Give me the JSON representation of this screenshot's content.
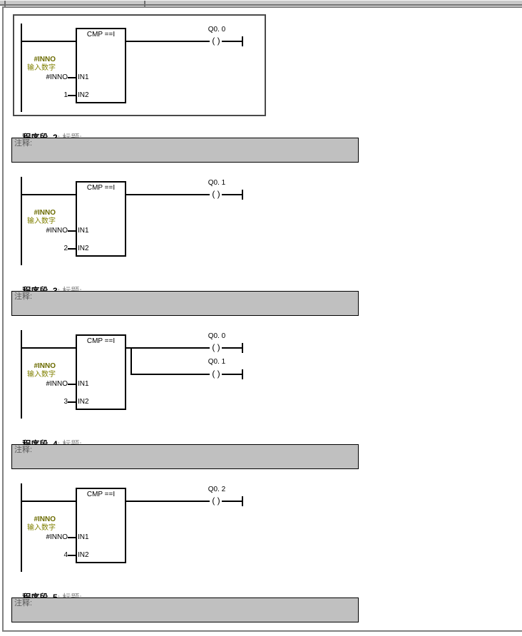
{
  "ui": {
    "coil_glyph": "( )",
    "comment_placeholder": "注释:",
    "title_suffix": ": 标题:"
  },
  "colors": {
    "symbol_green": "#6b6b00",
    "symbol_comment_olive": "#808000",
    "comment_bar_bg": "#c0c0c0",
    "header_title_gray": "#808080",
    "wire_black": "#000000"
  },
  "networks": {
    "n1": {
      "block": "CMP ==I",
      "symbol": "#INNO",
      "symbol_comment": "输入数字",
      "pin1": "IN1",
      "pin2": "IN2",
      "op1": "#INNO",
      "op2": "1",
      "coils": [
        "Q0. 0"
      ]
    },
    "n2": {
      "header": "程序段  2",
      "comment": "注释:",
      "block": "CMP ==I",
      "symbol": "#INNO",
      "symbol_comment": "输入数字",
      "pin1": "IN1",
      "pin2": "IN2",
      "op1": "#INNO",
      "op2": "2",
      "coils": [
        "Q0. 1"
      ]
    },
    "n3": {
      "header": "程序段  3",
      "comment": "注释:",
      "block": "CMP ==I",
      "symbol": "#INNO",
      "symbol_comment": "输入数字",
      "pin1": "IN1",
      "pin2": "IN2",
      "op1": "#INNO",
      "op2": "3",
      "coils": [
        "Q0. 0",
        "Q0. 1"
      ]
    },
    "n4": {
      "header": "程序段  4",
      "comment": "注释:",
      "block": "CMP ==I",
      "symbol": "#INNO",
      "symbol_comment": "输入数字",
      "pin1": "IN1",
      "pin2": "IN2",
      "op1": "#INNO",
      "op2": "4",
      "coils": [
        "Q0. 2"
      ]
    },
    "n5": {
      "header": "程序段  5",
      "comment": "注释:"
    }
  }
}
